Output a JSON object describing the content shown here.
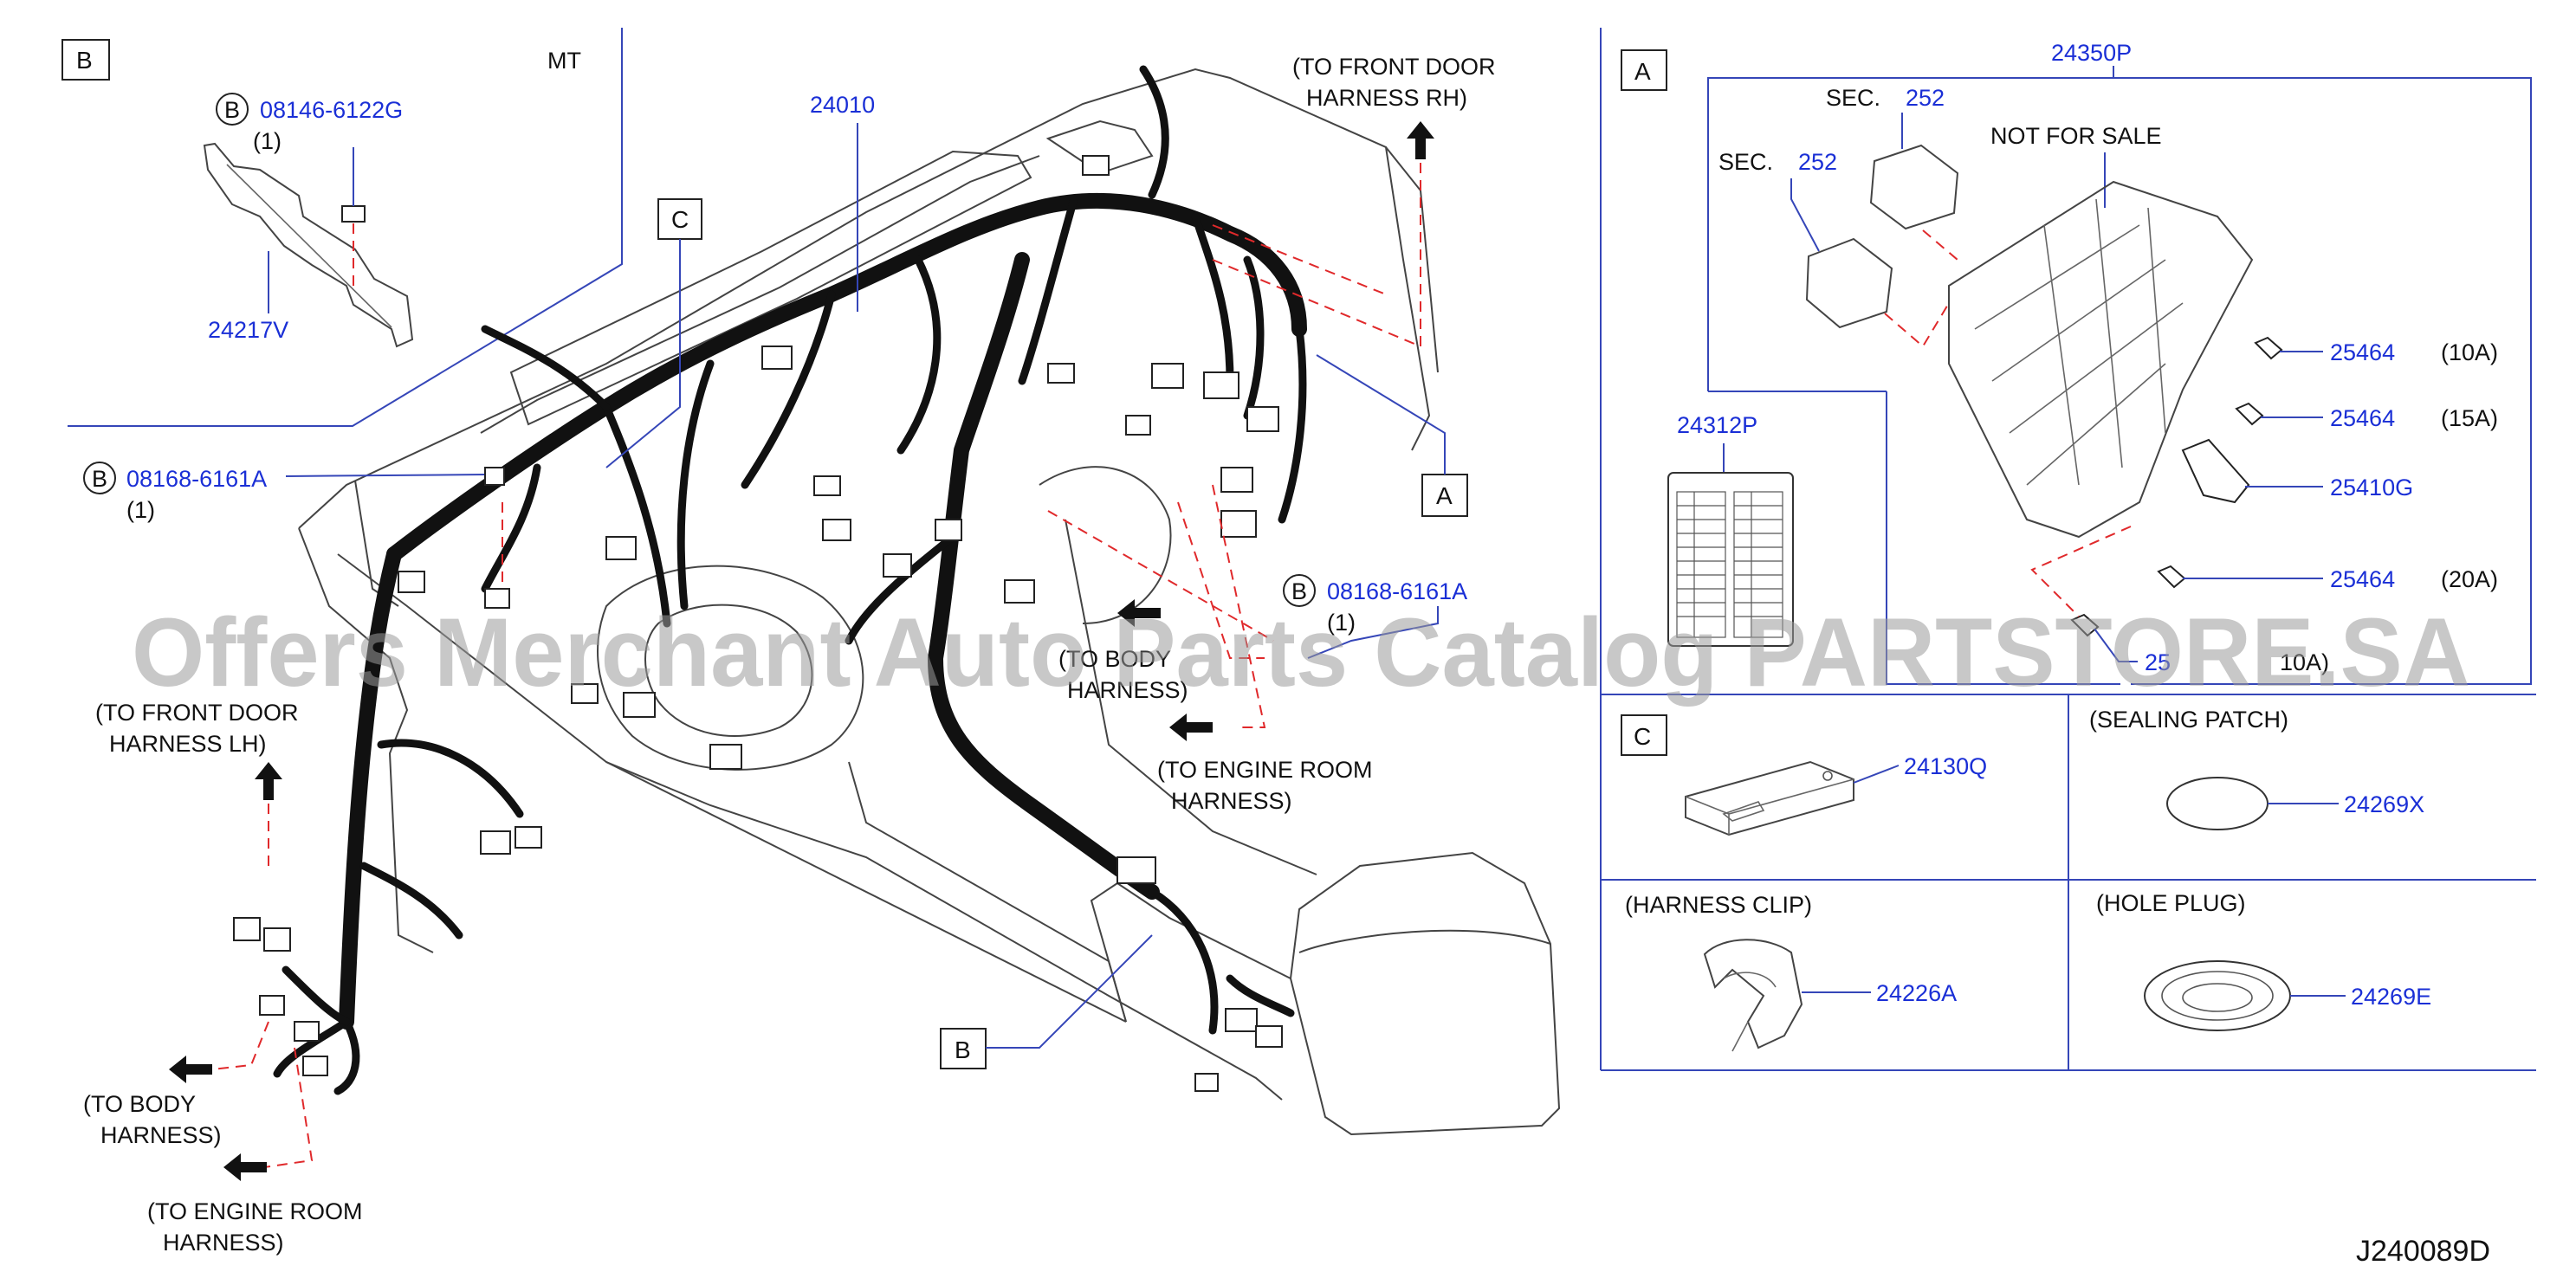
{
  "diagram_code": "J240089D",
  "watermark": "Offers Merchant Auto Parts Catalog PARTSTORE.SA",
  "section_letters": {
    "A": "A",
    "B": "B",
    "C": "C"
  },
  "detail_B": {
    "variant": "MT",
    "bolt_part": "08146-6122G",
    "bolt_qty": "(1)",
    "bracket_part": "24217V"
  },
  "main": {
    "harness_part": "24010",
    "bolt_left_part": "08168-6161A",
    "bolt_left_qty": "(1)",
    "bolt_right_part": "08168-6161A",
    "bolt_right_qty": "(1)",
    "to_front_door_rh": [
      "(TO FRONT DOOR",
      "HARNESS RH)"
    ],
    "to_front_door_lh": [
      "(TO FRONT DOOR",
      "HARNESS LH)"
    ],
    "to_body_center": [
      "(TO BODY",
      "HARNESS)"
    ],
    "to_engine_room_center": [
      "(TO ENGINE ROOM",
      "HARNESS)"
    ],
    "to_body_left": [
      "(TO BODY",
      "HARNESS)"
    ],
    "to_engine_room_left": [
      "(TO ENGINE ROOM",
      "HARNESS)"
    ]
  },
  "detail_A": {
    "junction_block_part": "24350P",
    "sec_label": "SEC.",
    "sec_number": "252",
    "not_for_sale": "NOT FOR SALE",
    "label_part": "24312P",
    "fuses": [
      {
        "part": "25464",
        "rating": "(10A)"
      },
      {
        "part": "25464",
        "rating": "(15A)"
      },
      {
        "part": "25410G",
        "rating": ""
      },
      {
        "part": "25464",
        "rating": "(20A)"
      },
      {
        "part": "25",
        "rating": "10A)"
      }
    ]
  },
  "detail_C": {
    "part": "24130Q"
  },
  "sealing_patch": {
    "title": "(SEALING PATCH)",
    "part": "24269X"
  },
  "harness_clip": {
    "title": "(HARNESS CLIP)",
    "part": "24226A"
  },
  "hole_plug": {
    "title": "(HOLE PLUG)",
    "part": "24269E"
  }
}
